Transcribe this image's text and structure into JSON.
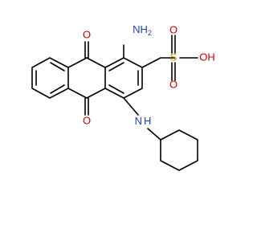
{
  "molecule": {
    "labels": {
      "amine_top": "NH",
      "amine_top_sub": "2",
      "sulfonic_s": "S",
      "sulfonic_o1": "O",
      "sulfonic_o2": "O",
      "sulfonic_oh": "OH",
      "carbonyl_top": "O",
      "carbonyl_bottom": "O",
      "nh_cyclohexyl": "N",
      "nh_h": "H"
    },
    "colors": {
      "bond": "#000000",
      "oxygen": "#cc0000",
      "sulfur": "#c8a000",
      "nitrogen": "#1f3fbf"
    }
  }
}
